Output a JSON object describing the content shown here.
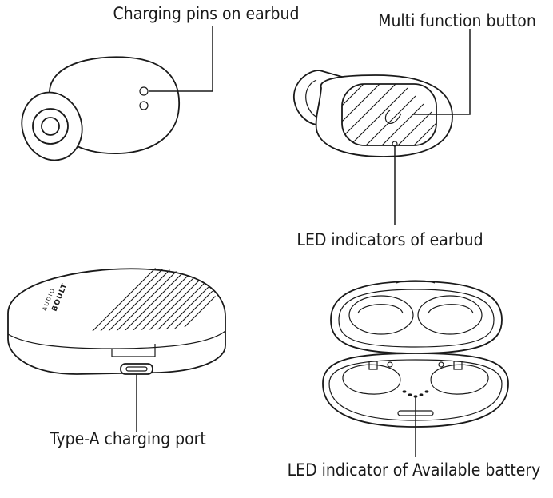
{
  "labels": {
    "charging_pins": "Charging pins on earbud",
    "multi_function_button": "Multi function button",
    "led_earbud": "LED indicators of earbud",
    "charging_port": "Type-A charging port",
    "led_battery": "LED indicator of Available battery"
  },
  "brand": {
    "name": "BOULT",
    "sub": "AUDIO"
  }
}
